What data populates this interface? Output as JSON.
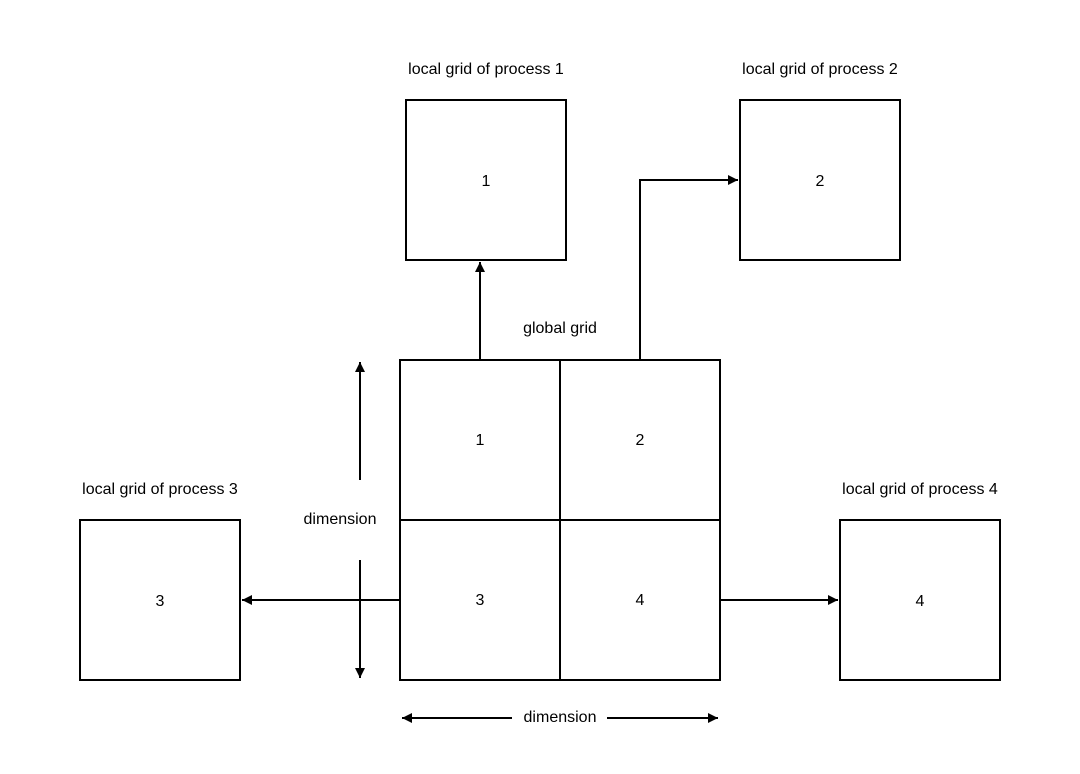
{
  "global_grid": {
    "label": "global grid",
    "cells": [
      "1",
      "2",
      "3",
      "4"
    ]
  },
  "local_grids": [
    {
      "title": "local grid of process 1",
      "number": "1"
    },
    {
      "title": "local grid of process 2",
      "number": "2"
    },
    {
      "title": "local grid of process 3",
      "number": "3"
    },
    {
      "title": "local grid of process 4",
      "number": "4"
    }
  ],
  "dimension_labels": {
    "vertical": "dimension",
    "horizontal": "dimension"
  },
  "colors": {
    "stroke": "#000000",
    "background": "#ffffff"
  }
}
